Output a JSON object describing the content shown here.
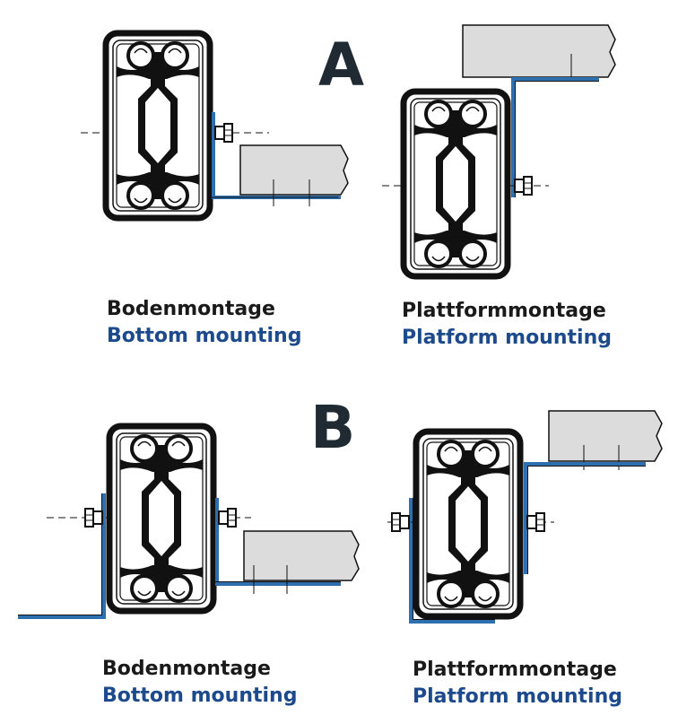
{
  "section_a": {
    "letter": "A",
    "left_caption": {
      "de": "Bodenmontage",
      "en": "Bottom mounting"
    },
    "right_caption": {
      "de": "Plattformmontage",
      "en": "Platform mounting"
    }
  },
  "section_b": {
    "letter": "B",
    "left_caption": {
      "de": "Bodenmontage",
      "en": "Bottom mounting"
    },
    "right_caption": {
      "de": "Plattformmontage",
      "en": "Platform mounting"
    }
  },
  "colors": {
    "bracket_blue": "#2e6fb0",
    "caption_blue": "#1d4a8c",
    "letter_dark": "#1f2a33",
    "platform_fill": "#dcdcdc",
    "outline": "#111111"
  }
}
